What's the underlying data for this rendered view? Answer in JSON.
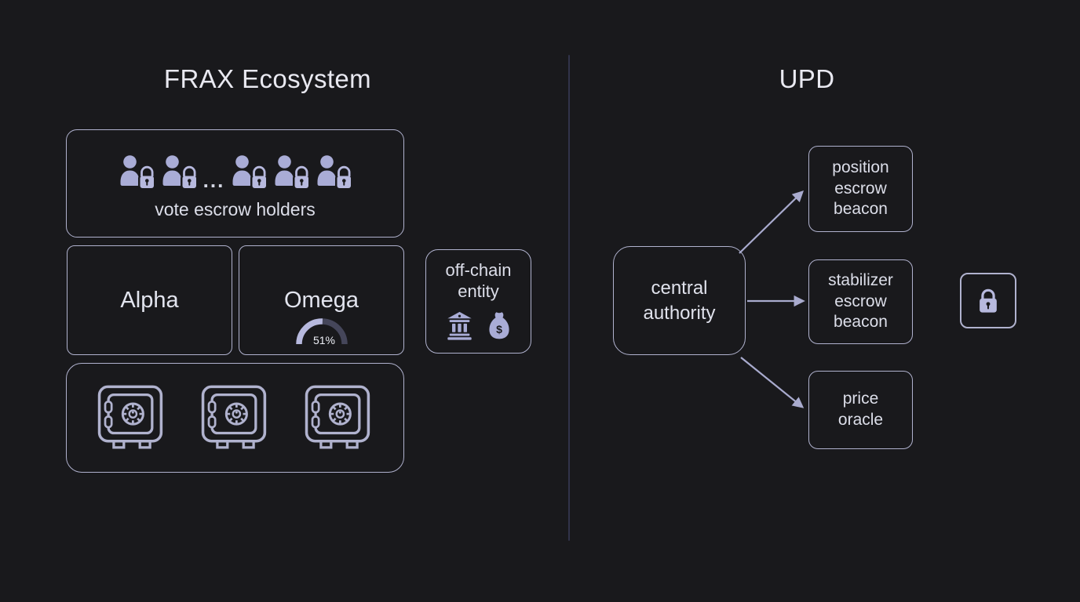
{
  "left": {
    "title": "FRAX Ecosystem",
    "vote_escrow_box": {
      "label": "vote escrow holders",
      "ellipsis": "...",
      "holder_icon": "person-lock-icon",
      "holder_count": 5
    },
    "alpha_box": {
      "label": "Alpha"
    },
    "omega_box": {
      "label": "Omega",
      "gauge_percent": 51,
      "gauge_label": "51%"
    },
    "offchain_box": {
      "line1": "off-chain",
      "line2": "entity",
      "money_symbol": "$",
      "icons": [
        "bank-icon",
        "money-bag-icon"
      ]
    },
    "vaults_box": {
      "vault_icon": "safe-icon",
      "vault_count": 3
    }
  },
  "right": {
    "title": "UPD",
    "central_authority_box": {
      "line1": "central",
      "line2": "authority"
    },
    "position_escrow_box": {
      "line1": "position",
      "line2": "escrow",
      "line3": "beacon"
    },
    "stabilizer_escrow_box": {
      "line1": "stabilizer",
      "line2": "escrow",
      "line3": "beacon"
    },
    "price_oracle_box": {
      "line1": "price",
      "line2": "oracle"
    },
    "lock_badge": {
      "icon": "lock-icon"
    }
  },
  "colors": {
    "background": "#19191c",
    "box_border": "#b0b2ce",
    "icon_fill": "#a9acd6",
    "lock_fill": "#b7b9de",
    "title_text": "#e9e9f1",
    "label_text": "#dcdee9",
    "gauge_fill": "#b7b9de",
    "gauge_track": "#45465a",
    "gauge_value_text": "#eef0f7",
    "arrow": "#a9abce",
    "divider": "#31334a"
  }
}
